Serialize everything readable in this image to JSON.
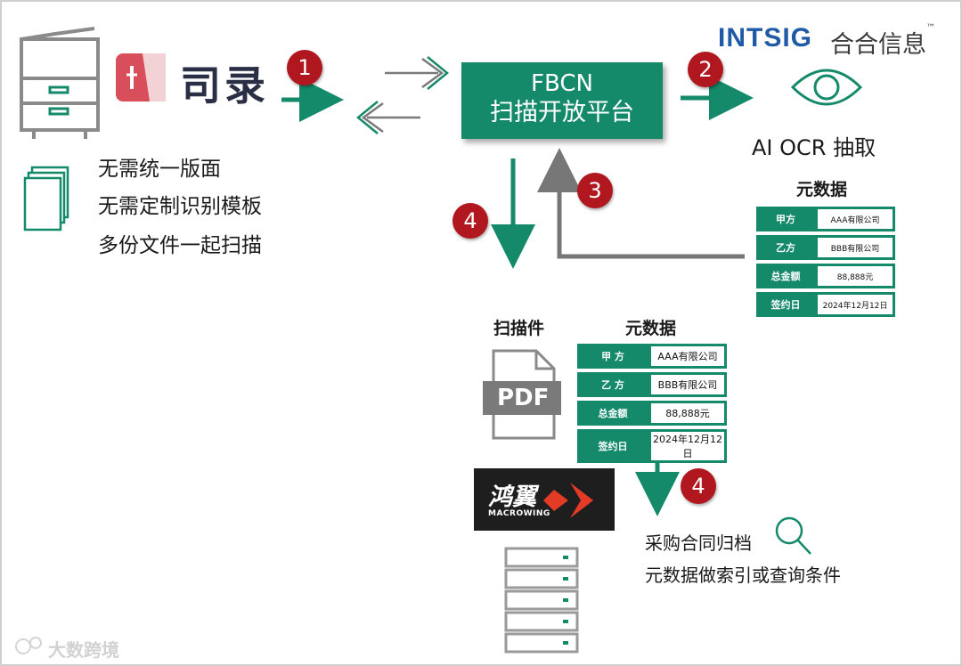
{
  "brands": {
    "silu": "司录",
    "intsig_latin": "INTSIG",
    "intsig_cn": "合合信息",
    "intsig_tm": "™",
    "macrowing_cn": "鸿翼",
    "macrowing_en": "MACROWING",
    "watermark": "大数跨境"
  },
  "steps": [
    "1",
    "2",
    "3",
    "4",
    "4"
  ],
  "features": [
    "无需统一版面",
    "无需定制识别模板",
    "多份文件一起扫描"
  ],
  "platform": {
    "line1": "FBCN",
    "line2": "扫描开放平台"
  },
  "ocr_label": "AI OCR 抽取",
  "meta_title": "元数据",
  "scan_title": "扫描件",
  "pdf_label": "PDF",
  "metadata_rows": [
    {
      "key": "甲方",
      "value": "AAA有限公司"
    },
    {
      "key": "乙方",
      "value": "BBB有限公司"
    },
    {
      "key": "总金额",
      "value": "88,888元"
    },
    {
      "key": "签约日",
      "value": "2024年12月12日"
    }
  ],
  "metadata_rows_spaced": [
    {
      "key": "甲 方",
      "value": "AAA有限公司"
    },
    {
      "key": "乙 方",
      "value": "BBB有限公司"
    },
    {
      "key": "总金额",
      "value": "88,888元"
    },
    {
      "key": "签约日",
      "value": "2024年12月12日"
    }
  ],
  "archive_lines": [
    "采购合同归档",
    "元数据做索引或查询条件"
  ],
  "colors": {
    "green": "#148a6b",
    "red": "#b0171f",
    "gray": "#6e6e6e",
    "brand_blue": "#1f5aa6"
  }
}
